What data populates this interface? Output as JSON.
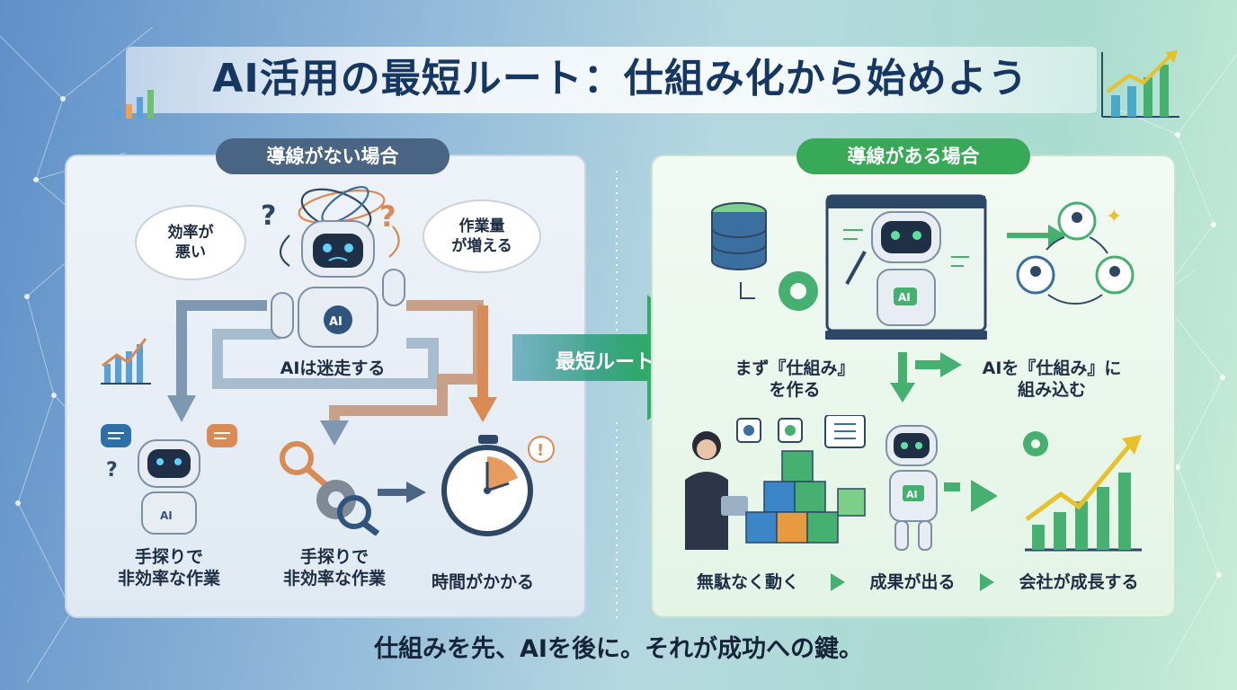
{
  "title": "AI活用の最短ルート：仕組み化から始めよう",
  "left_panel": {
    "heading": "導線がない場合",
    "bubble_left": "効率が\n悪い",
    "bubble_right": "作業量\nが増える",
    "center_caption": "AIは迷走する",
    "items": [
      {
        "label": "手探りで\n非効率な作業"
      },
      {
        "label": "手探りで\n非効率な作業"
      },
      {
        "label": "時間がかかる"
      }
    ]
  },
  "route_arrow": {
    "label": "最短ルート"
  },
  "right_panel": {
    "heading": "導線がある場合",
    "step_left": "まず『仕組み』\nを作る",
    "step_right": "AIを『仕組み』に\n組み込む",
    "robot_badge": "AI",
    "steps_bottom": [
      "無駄なく動く",
      "成果が出る",
      "会社が成長する"
    ]
  },
  "footer": "仕組みを先、AIを後に。それが成功への鍵。",
  "colors": {
    "navy": "#173763",
    "green": "#38a957",
    "slate": "#4a6583",
    "orange": "#d98a55"
  }
}
